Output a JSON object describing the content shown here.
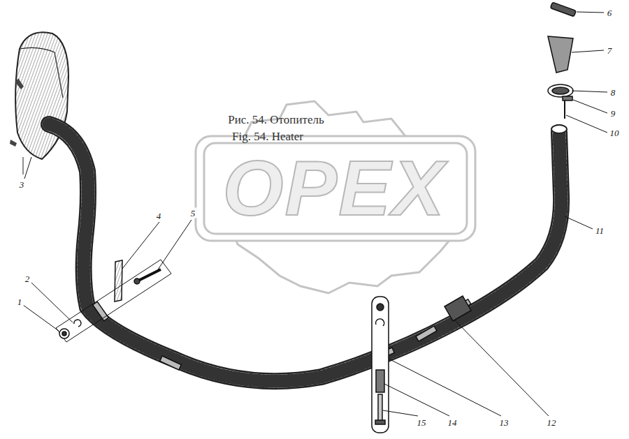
{
  "diagram": {
    "labels": [
      "Рис. 54. Отопитель",
      "Fig. 54. Heater",
      "OPEX",
      "1",
      "2",
      "3",
      "4",
      "5",
      "6",
      "7",
      "8",
      "9",
      "10",
      "11",
      "12",
      "13",
      "14",
      "15"
    ]
  }
}
